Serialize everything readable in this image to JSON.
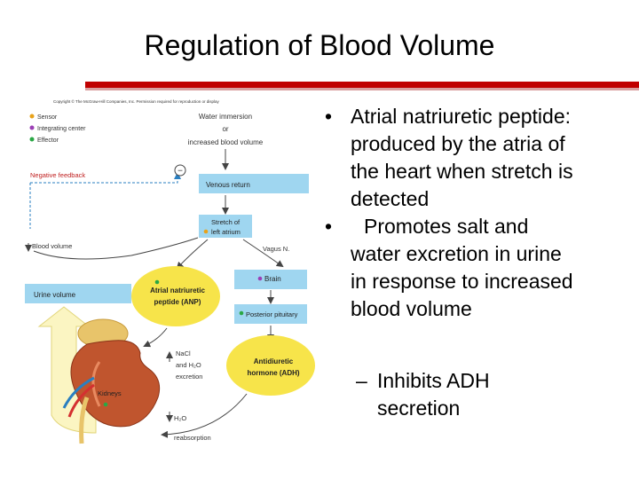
{
  "title": "Regulation of Blood Volume",
  "figure": {
    "copyright": "Copyright © The McGraw-Hill Companies, Inc. Permission required for reproduction or display",
    "legend": [
      "Sensor",
      "Integrating center",
      "Effector"
    ],
    "water_immersion": [
      "Water immersion",
      "or",
      "increased blood volume"
    ],
    "negative_feedback": "Negative feedback",
    "minus": "−",
    "venous_return": "Venous return",
    "stretch": [
      "Stretch of",
      "left atrium"
    ],
    "vagus": "Vagus N.",
    "blood_volume": "Blood volume",
    "urine_volume": "Urine volume",
    "anp": [
      "Atrial natriuretic",
      "peptide (ANP)"
    ],
    "brain": "Brain",
    "pituitary": "Posterior pituitary",
    "nacl": [
      "NaCl",
      "and H₂O",
      "excretion"
    ],
    "adh": [
      "Antidiuretic",
      "hormone (ADH)"
    ],
    "kidneys": "Kidneys",
    "h2o": [
      "H₂O",
      "reabsorption"
    ]
  },
  "bullets": {
    "b1": [
      "Atrial natriuretic peptide:",
      "produced by the atria of",
      "the heart when stretch is",
      "detected"
    ],
    "b2": [
      "Promotes salt and",
      "water excretion in urine",
      "in response to increased",
      "blood volume"
    ],
    "sub": [
      "Inhibits ADH",
      "secretion"
    ],
    "bullet_char": "•",
    "dash_char": "–"
  },
  "colors": {
    "accent_red": "#c00000",
    "box_blue": "#9fd6f0",
    "anp_yellow": "#f7e44a",
    "sensor": "#e8a21a",
    "integrating": "#9b3fb5",
    "effector": "#2aa845"
  }
}
